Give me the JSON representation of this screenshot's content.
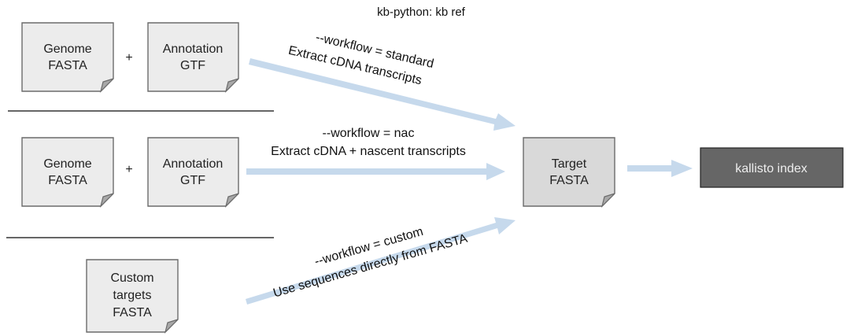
{
  "title": "kb-python: kb ref",
  "colors": {
    "doc_fill": "#ececec",
    "target_fill": "#d9d9d9",
    "doc_stroke": "#6b6b6b",
    "arrow": "#c6d9ec",
    "index_fill": "#666666",
    "index_text": "#eeeeee",
    "separator": "#333333"
  },
  "rows": [
    {
      "inputs": [
        {
          "lines": [
            "Genome",
            "FASTA"
          ]
        },
        {
          "lines": [
            "Annotation",
            "GTF"
          ]
        }
      ],
      "plus": "+",
      "workflow": "--workflow = standard",
      "description": "Extract cDNA transcripts"
    },
    {
      "inputs": [
        {
          "lines": [
            "Genome",
            "FASTA"
          ]
        },
        {
          "lines": [
            "Annotation",
            "GTF"
          ]
        }
      ],
      "plus": "+",
      "workflow": "--workflow = nac",
      "description": "Extract cDNA + nascent transcripts"
    },
    {
      "inputs": [
        {
          "lines": [
            "Custom",
            "targets",
            "FASTA"
          ]
        }
      ],
      "workflow": "--workflow = custom",
      "description": "Use sequences directly from FASTA"
    }
  ],
  "target": {
    "lines": [
      "Target",
      "FASTA"
    ]
  },
  "output": {
    "label": "kallisto index"
  }
}
